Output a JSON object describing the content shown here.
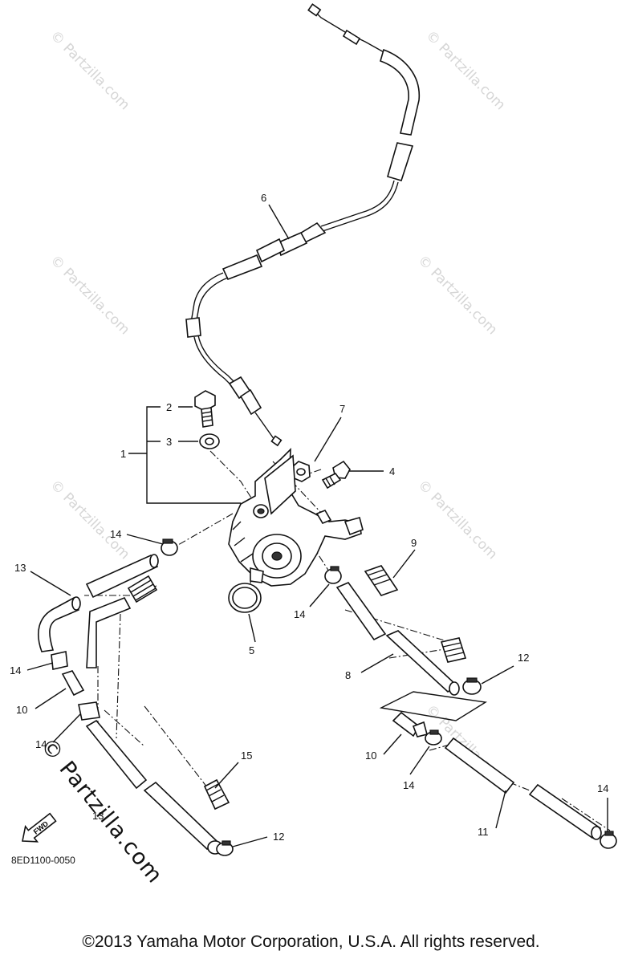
{
  "callouts": {
    "c1": "1",
    "c2": "2",
    "c3": "3",
    "c4": "4",
    "c5": "5",
    "c6": "6",
    "c7": "7",
    "c8": "8",
    "c9": "9",
    "c10a": "10",
    "c10b": "10",
    "c11": "11",
    "c12a": "12",
    "c12b": "12",
    "c13a": "13",
    "c13b": "13",
    "c14a": "14",
    "c14b": "14",
    "c14c": "14",
    "c14d": "14",
    "c14e": "14",
    "c15": "15"
  },
  "watermark": "© Partzilla.com",
  "brand_text": "© Partzilla.com",
  "fwd_label": "FWD",
  "diagram_code": "8ED1100-0050",
  "copyright": "©2013  Yamaha Motor Corporation, U.S.A. All rights reserved.",
  "icons": {
    "fwd": "fwd-arrow-icon",
    "brand": "copyright-icon"
  }
}
